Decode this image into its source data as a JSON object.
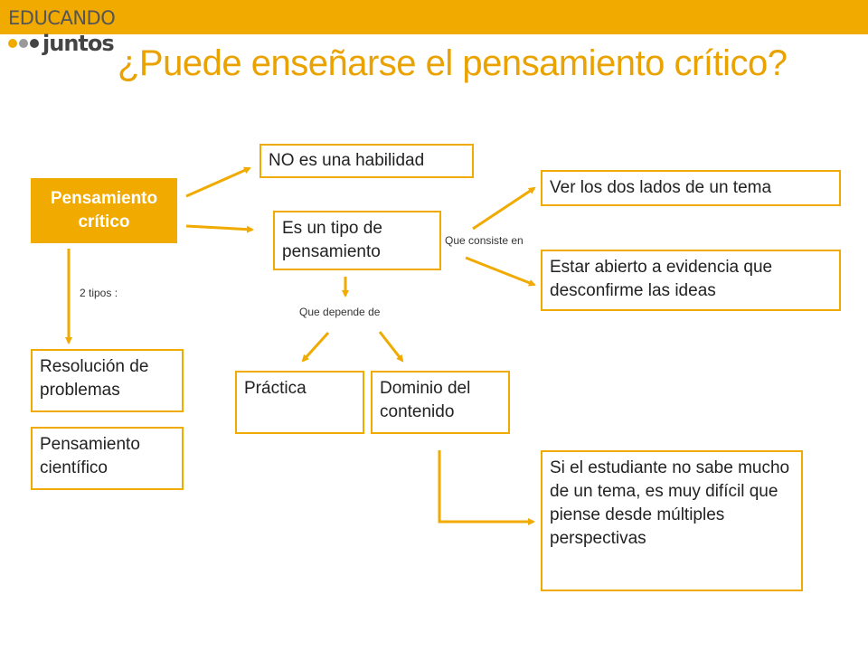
{
  "brand": {
    "line1": "EDUCANDO",
    "line2": "juntos",
    "dot_colors": [
      "#F0AA00",
      "#9A9A9A",
      "#444444"
    ]
  },
  "title": "¿Puede enseñarse el pensamiento crítico?",
  "colors": {
    "accent": "#F0AA00",
    "title": "#E9A200",
    "text": "#222222"
  },
  "nodes": {
    "pensamiento_critico": "Pensamiento crítico",
    "no_habilidad": "NO es una habilidad",
    "tipo_pensamiento": "Es un tipo de pensamiento",
    "ver_lados": "Ver los dos lados de un tema",
    "abierto_evidencia": "Estar abierto a evidencia que desconfirme las ideas",
    "resolucion": "Resolución de problemas",
    "cientifico": "Pensamiento científico",
    "practica": "Práctica",
    "dominio": "Dominio del contenido",
    "estudiante": "Si el estudiante no sabe mucho de un tema, es muy difícil que piense desde múltiples perspectivas"
  },
  "edge_labels": {
    "dos_tipos": "2 tipos :",
    "consiste": "Que consiste en",
    "depende": "Que depende de"
  }
}
